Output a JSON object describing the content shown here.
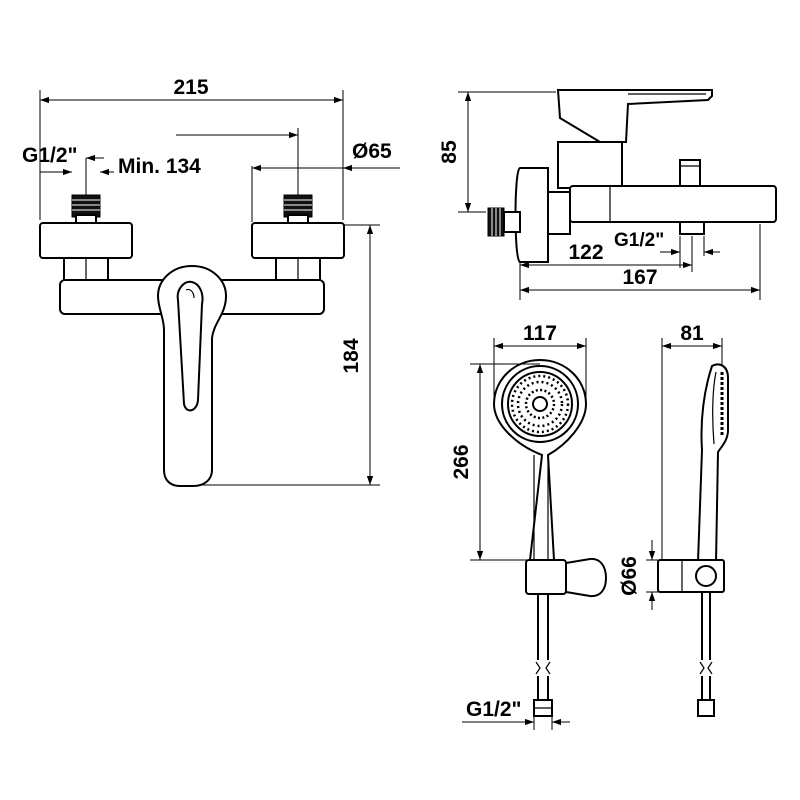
{
  "dimensions": {
    "front_width": "215",
    "inlet_thread_front": "G1/2\"",
    "min_span": "Min. 134",
    "escutcheon_diameter": "Ø65",
    "front_height": "184",
    "side_height": "85",
    "side_depth_spout": "122",
    "side_thread": "G1/2\"",
    "side_depth_total": "167",
    "handshower_width": "117",
    "handshower_depth": "81",
    "handshower_length": "266",
    "holder_diameter": "Ø66",
    "hose_thread": "G1/2\""
  }
}
